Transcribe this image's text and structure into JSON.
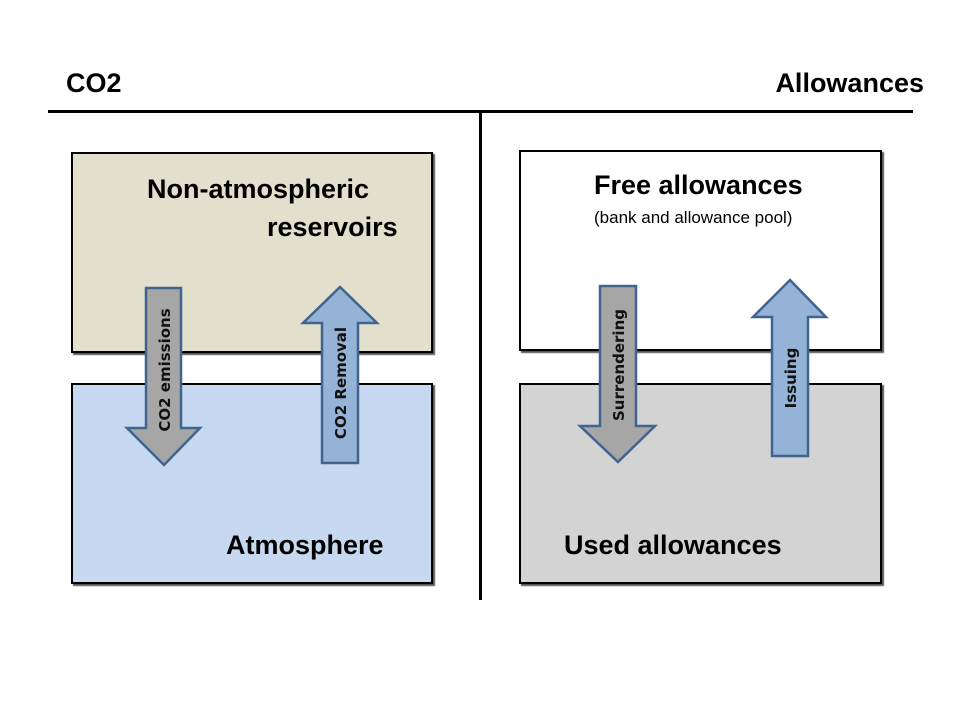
{
  "headers": {
    "left": "CO2",
    "right": "Allowances"
  },
  "co2": {
    "top_box": {
      "line1": "Non-atmospheric",
      "line2": "reservoirs",
      "fill": "#e2dfcc"
    },
    "bottom_box": {
      "label": "Atmosphere",
      "fill": "#c6d9f0"
    },
    "arrows": [
      {
        "label": "CO2 emissions",
        "direction": "down",
        "fill": "#a6a6a6"
      },
      {
        "label": "CO2 Removal",
        "direction": "up",
        "fill": "#95b3d7"
      }
    ]
  },
  "allowances": {
    "top_box": {
      "title": "Free allowances",
      "subtitle": "(bank and allowance pool)",
      "fill": "#ffffff"
    },
    "bottom_box": {
      "label": "Used allowances",
      "fill": "#d3d3d3"
    },
    "arrows": [
      {
        "label": "Surrendering",
        "direction": "down",
        "fill": "#a6a6a6"
      },
      {
        "label": "Issuing",
        "direction": "up",
        "fill": "#95b3d7"
      }
    ]
  },
  "colors": {
    "arrow_stroke": "#41648f",
    "line": "#000000"
  }
}
